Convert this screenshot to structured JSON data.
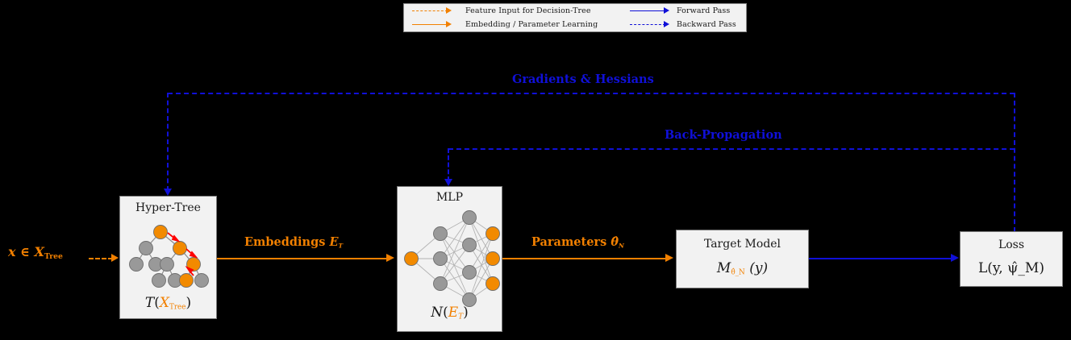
{
  "legend": {
    "rows": [
      {
        "style": "dashed",
        "color": "#F28000",
        "label": "Feature Input for Decision-Tree"
      },
      {
        "style": "solid",
        "color": "#F28000",
        "label": "Embedding / Parameter Learning"
      },
      {
        "style": "solid",
        "color": "#1010D8",
        "label": "Forward Pass"
      },
      {
        "style": "dashed",
        "color": "#1010D8",
        "label": "Backward Pass"
      }
    ]
  },
  "colors": {
    "orange": "#F28000",
    "blue": "#1010D8",
    "node_gray": "#999999",
    "node_orange": "#F28A00",
    "box_fill": "#f2f2f2",
    "box_border": "#7d7d7d",
    "arrow_red": "#FF0000",
    "background": "#000000"
  },
  "input": {
    "label_plain": "x ∈ X_Tree",
    "var": "x",
    "member": "∈",
    "set": "X",
    "set_sub": "Tree"
  },
  "boxes": {
    "hypertree": {
      "title": "Hyper-Tree",
      "formula_fn": "T",
      "formula_arg": "X",
      "formula_arg_sub": "Tree",
      "formula_plain": "T(X_Tree)"
    },
    "mlp": {
      "title": "MLP",
      "formula_fn": "N",
      "formula_arg": "E",
      "formula_arg_sub": "T",
      "formula_plain": "N(E_T)",
      "layers": [
        1,
        3,
        4,
        3
      ],
      "layer_colors": [
        "orange",
        "gray",
        "gray",
        "orange"
      ]
    },
    "target_model": {
      "title": "Target Model",
      "formula_fn": "M",
      "formula_sub": "θ̂_N",
      "formula_arg": "(y)",
      "formula_plain": "M_θ̂N (y)"
    },
    "loss": {
      "title": "Loss",
      "formula_plain": "L(y, ψ̂_M)"
    }
  },
  "edges": {
    "embeddings": {
      "label_plain": "Embeddings E_T",
      "word": "Embeddings",
      "sym": "E",
      "sym_sub": "T",
      "color": "#F28000"
    },
    "parameters": {
      "label_plain": "Parameters θ̂_N",
      "word": "Parameters",
      "sym": "θ̂",
      "sym_sub": "N",
      "color": "#F28000"
    },
    "gradients": {
      "label": "Gradients & Hessians",
      "color": "#1010D8"
    },
    "backprop": {
      "label": "Back-Propagation",
      "color": "#1010D8"
    }
  }
}
